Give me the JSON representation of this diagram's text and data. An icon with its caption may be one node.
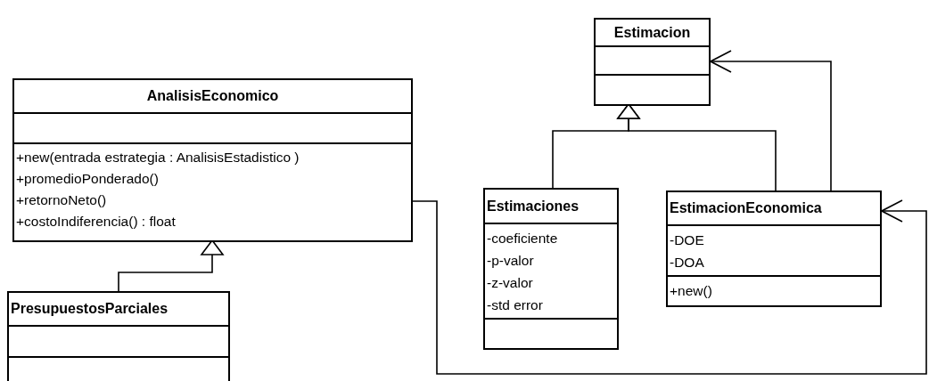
{
  "diagram": {
    "nodes": [
      {
        "text": [
          "Estimacion"
        ]
      },
      {
        "text": [
          "AnalisisEconomico",
          "+new(entrada estrategia : AnalisisEstadistico )",
          "+promedioPonderado()",
          "+retornoNeto()",
          "+costoIndiferencia() : float"
        ]
      },
      {
        "text": [
          "Estimaciones",
          "-coeficiente",
          "-p-valor",
          "-z-valor",
          "-std error"
        ]
      },
      {
        "text": [
          "EstimacionEconomica",
          "-DOE",
          "-DOA",
          "+new()"
        ]
      },
      {
        "text": [
          "PresupuestosParciales"
        ]
      }
    ],
    "edges": [
      {
        "from": 2,
        "to": 0,
        "arrow": "to"
      },
      {
        "from": 3,
        "to": 0,
        "arrow": "to"
      },
      {
        "from": 3,
        "to": 0,
        "arrow": "to"
      },
      {
        "from": 4,
        "to": 1,
        "arrow": "to"
      },
      {
        "from": 1,
        "to": 3,
        "arrow": "to"
      }
    ]
  }
}
